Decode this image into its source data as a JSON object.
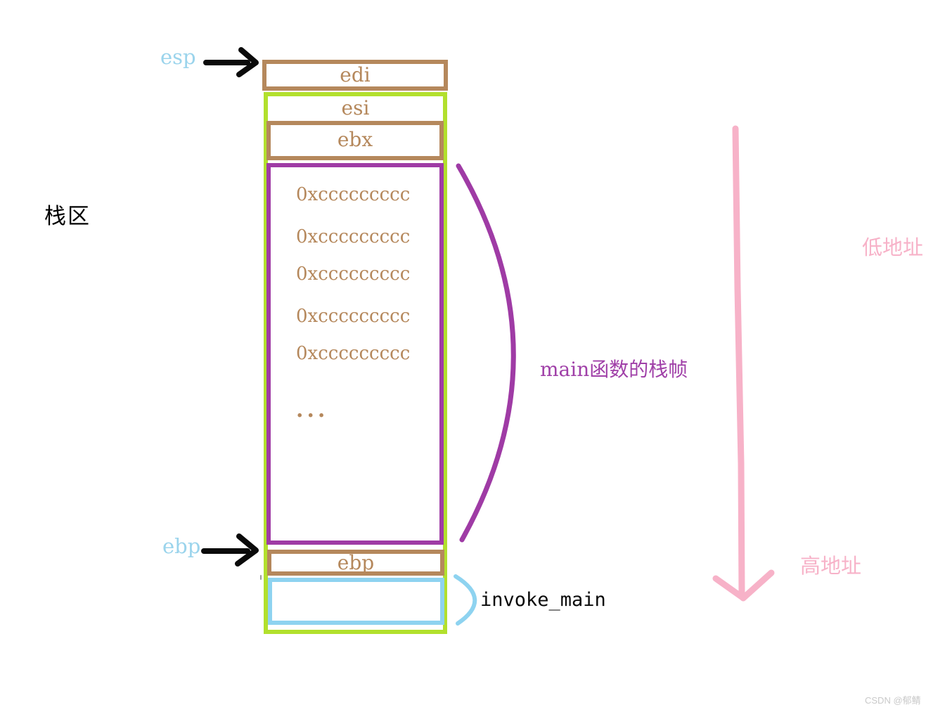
{
  "labels": {
    "region": "栈区",
    "esp_pointer": "esp",
    "ebp_pointer": "ebp",
    "frame": "main函数的栈帧",
    "invoke": "invoke_main",
    "low_address": "低地址",
    "high_address": "高地址",
    "watermark": "CSDN @郁鲭"
  },
  "stack": {
    "cells": {
      "edi": "edi",
      "esi": "esi",
      "ebx": "ebx",
      "ebp": "ebp"
    },
    "values": [
      "0xccccccccc",
      "0xccccccccc",
      "0xccccccccc",
      "0xccccccccc",
      "0xccccccccc"
    ],
    "ellipsis": "..."
  },
  "colors": {
    "cell_brown": "#b5885c",
    "frame_green": "#b2e02d",
    "locals_purple": "#9f3ba5",
    "sky_blue": "#8ed3f0",
    "pointer_blue": "#9bd4ec",
    "pink": "#f7b2c8",
    "frame_label_purple": "#a040a8",
    "arrow_black": "#0a0a0a",
    "watermark_gray": "#c9c9c9"
  }
}
